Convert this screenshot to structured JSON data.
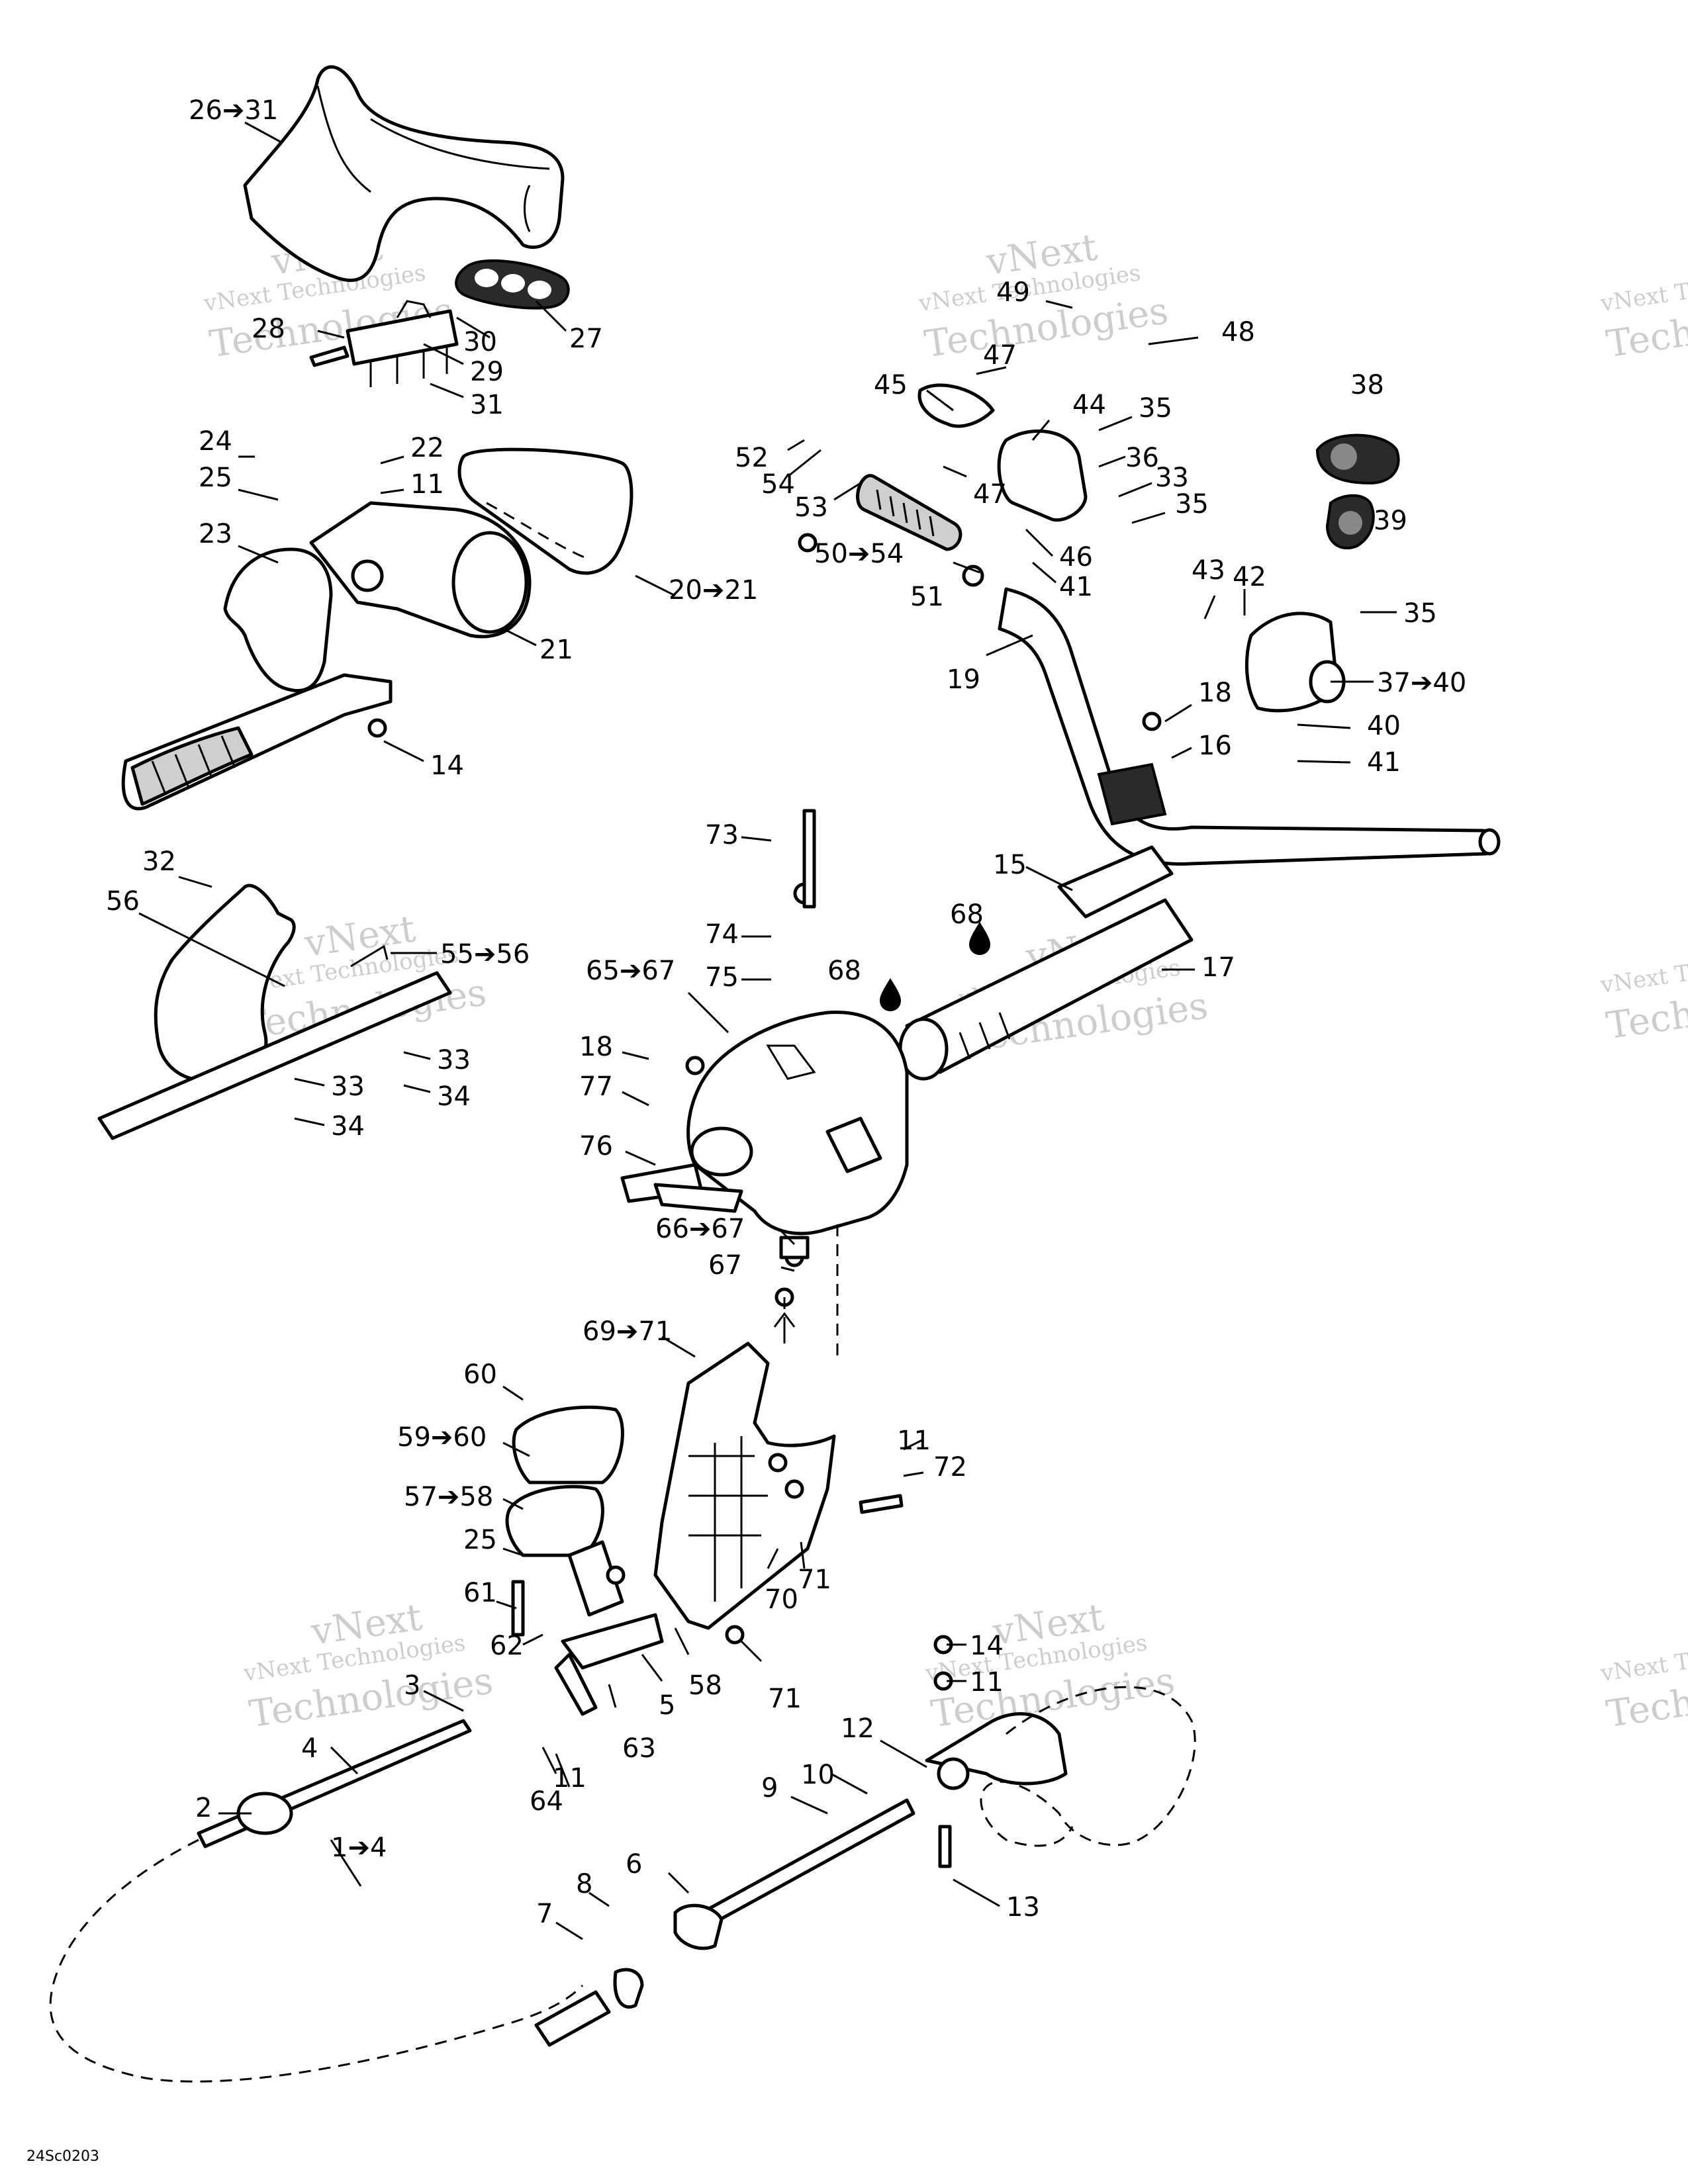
{
  "drawing_code": "24Sc0203",
  "watermark": {
    "line1": "vNext Technologies",
    "line2": "vNext",
    "line3": "Technologies"
  },
  "icons": {
    "grease_drop": "grease-drop-icon",
    "arrow": "arrow-right-icon"
  },
  "callouts": [
    {
      "id": "c1",
      "label": "26➔31"
    },
    {
      "id": "c2",
      "label": "28"
    },
    {
      "id": "c3",
      "label": "30"
    },
    {
      "id": "c4",
      "label": "27"
    },
    {
      "id": "c5",
      "label": "29"
    },
    {
      "id": "c6",
      "label": "31"
    },
    {
      "id": "c7",
      "label": "49"
    },
    {
      "id": "c8",
      "label": "48"
    },
    {
      "id": "c9",
      "label": "47"
    },
    {
      "id": "c10",
      "label": "45"
    },
    {
      "id": "c11",
      "label": "44"
    },
    {
      "id": "c12",
      "label": "35"
    },
    {
      "id": "c13",
      "label": "38"
    },
    {
      "id": "c14",
      "label": "52"
    },
    {
      "id": "c15",
      "label": "54"
    },
    {
      "id": "c16",
      "label": "53"
    },
    {
      "id": "c17",
      "label": "47"
    },
    {
      "id": "c18",
      "label": "36"
    },
    {
      "id": "c19",
      "label": "33"
    },
    {
      "id": "c20",
      "label": "35"
    },
    {
      "id": "c21",
      "label": "39"
    },
    {
      "id": "c22",
      "label": "50➔54"
    },
    {
      "id": "c23",
      "label": "46"
    },
    {
      "id": "c24",
      "label": "41"
    },
    {
      "id": "c25",
      "label": "51"
    },
    {
      "id": "c26",
      "label": "43"
    },
    {
      "id": "c27",
      "label": "42"
    },
    {
      "id": "c28",
      "label": "35"
    },
    {
      "id": "c29",
      "label": "19"
    },
    {
      "id": "c30",
      "label": "37➔40"
    },
    {
      "id": "c31",
      "label": "40"
    },
    {
      "id": "c32",
      "label": "41"
    },
    {
      "id": "c33",
      "label": "18"
    },
    {
      "id": "c34",
      "label": "16"
    },
    {
      "id": "c35",
      "label": "24"
    },
    {
      "id": "c36",
      "label": "22"
    },
    {
      "id": "c37",
      "label": "25"
    },
    {
      "id": "c38",
      "label": "11"
    },
    {
      "id": "c39",
      "label": "23"
    },
    {
      "id": "c40",
      "label": "20➔21"
    },
    {
      "id": "c41",
      "label": "21"
    },
    {
      "id": "c42",
      "label": "14"
    },
    {
      "id": "c43",
      "label": "32"
    },
    {
      "id": "c44",
      "label": "56"
    },
    {
      "id": "c45",
      "label": "55➔56"
    },
    {
      "id": "c46",
      "label": "33"
    },
    {
      "id": "c47",
      "label": "34"
    },
    {
      "id": "c48",
      "label": "33"
    },
    {
      "id": "c49",
      "label": "34"
    },
    {
      "id": "c50",
      "label": "73"
    },
    {
      "id": "c51",
      "label": "74"
    },
    {
      "id": "c52",
      "label": "75"
    },
    {
      "id": "c53",
      "label": "15"
    },
    {
      "id": "c54",
      "label": "68"
    },
    {
      "id": "c55",
      "label": "68"
    },
    {
      "id": "c56",
      "label": "17"
    },
    {
      "id": "c57",
      "label": "65➔67"
    },
    {
      "id": "c58",
      "label": "18"
    },
    {
      "id": "c59",
      "label": "77"
    },
    {
      "id": "c60",
      "label": "76"
    },
    {
      "id": "c61",
      "label": "66➔67"
    },
    {
      "id": "c62",
      "label": "67"
    },
    {
      "id": "c63",
      "label": "69➔71"
    },
    {
      "id": "c64",
      "label": "60"
    },
    {
      "id": "c65",
      "label": "59➔60"
    },
    {
      "id": "c66",
      "label": "57➔58"
    },
    {
      "id": "c67",
      "label": "25"
    },
    {
      "id": "c68",
      "label": "61"
    },
    {
      "id": "c69",
      "label": "62"
    },
    {
      "id": "c70",
      "label": "11"
    },
    {
      "id": "c71",
      "label": "72"
    },
    {
      "id": "c72",
      "label": "70"
    },
    {
      "id": "c73",
      "label": "71"
    },
    {
      "id": "c74",
      "label": "58"
    },
    {
      "id": "c75",
      "label": "5"
    },
    {
      "id": "c76",
      "label": "71"
    },
    {
      "id": "c77",
      "label": "63"
    },
    {
      "id": "c78",
      "label": "3"
    },
    {
      "id": "c79",
      "label": "14"
    },
    {
      "id": "c80",
      "label": "11"
    },
    {
      "id": "c81",
      "label": "4"
    },
    {
      "id": "c82",
      "label": "12"
    },
    {
      "id": "c83",
      "label": "2"
    },
    {
      "id": "c84",
      "label": "10"
    },
    {
      "id": "c85",
      "label": "9"
    },
    {
      "id": "c86",
      "label": "64"
    },
    {
      "id": "c87",
      "label": "11"
    },
    {
      "id": "c88",
      "label": "1➔4"
    },
    {
      "id": "c89",
      "label": "6"
    },
    {
      "id": "c90",
      "label": "8"
    },
    {
      "id": "c91",
      "label": "7"
    },
    {
      "id": "c92",
      "label": "13"
    }
  ]
}
